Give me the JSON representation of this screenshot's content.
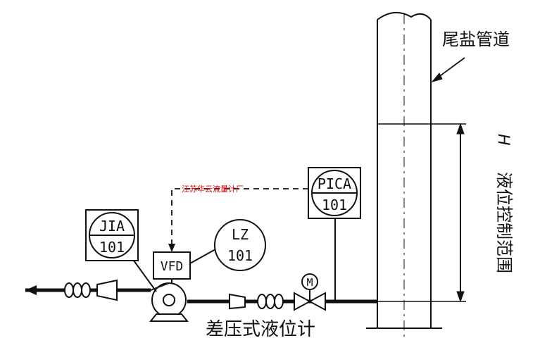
{
  "labels": {
    "pipe": "尾盐管道",
    "range": "液位控制范围",
    "range_symbol": "H",
    "bottom": "差压式液位计",
    "watermark": "江苏华云流量计厂"
  },
  "instruments": {
    "pica": {
      "tag": "PICA",
      "num": "101"
    },
    "jia": {
      "tag": "JIA",
      "num": "101"
    },
    "lz": {
      "tag": "LZ",
      "num": "101"
    },
    "vfd": {
      "tag": "VFD"
    },
    "motor": {
      "symbol": "M"
    }
  },
  "colors": {
    "line": "#111111",
    "watermark": "#e00000",
    "background": "#ffffff"
  }
}
